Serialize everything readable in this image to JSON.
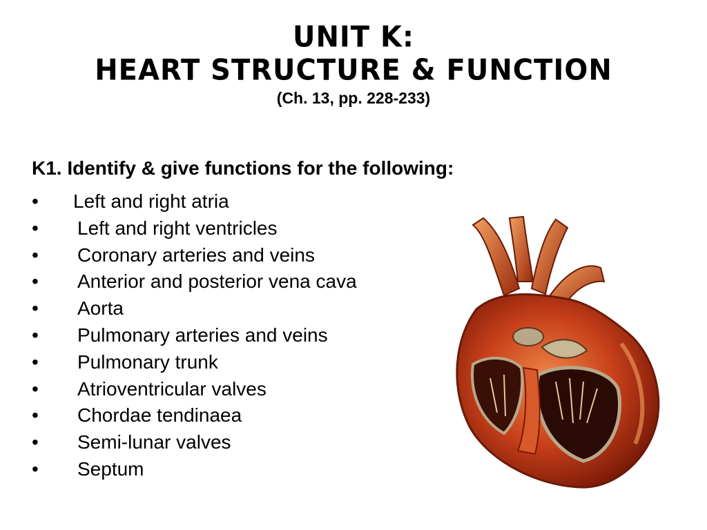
{
  "slide": {
    "title_line1": "Unit K:",
    "title_line2": "Heart Structure & Function",
    "subtitle": "(Ch. 13, pp. 228-233)",
    "heading": "K1.  Identify & give functions for the following:",
    "bullet_symbol": "•",
    "items": [
      "Left and right atria",
      "Left and right ventricles",
      "Coronary arteries and veins",
      "Anterior and posterior vena cava",
      "Aorta",
      "Pulmonary arteries and veins",
      "Pulmonary trunk",
      "Atrioventricular valves",
      "Chordae tendinaea",
      "Semi-lunar valves",
      "Septum"
    ],
    "illustration": "heart-cross-section-illustration"
  },
  "colors": {
    "text": "#000000",
    "background": "#ffffff",
    "heart_dark": "#7a1a08",
    "heart_mid": "#c8401a",
    "heart_light": "#f08a4a",
    "valve_tissue": "#b8a78a"
  }
}
